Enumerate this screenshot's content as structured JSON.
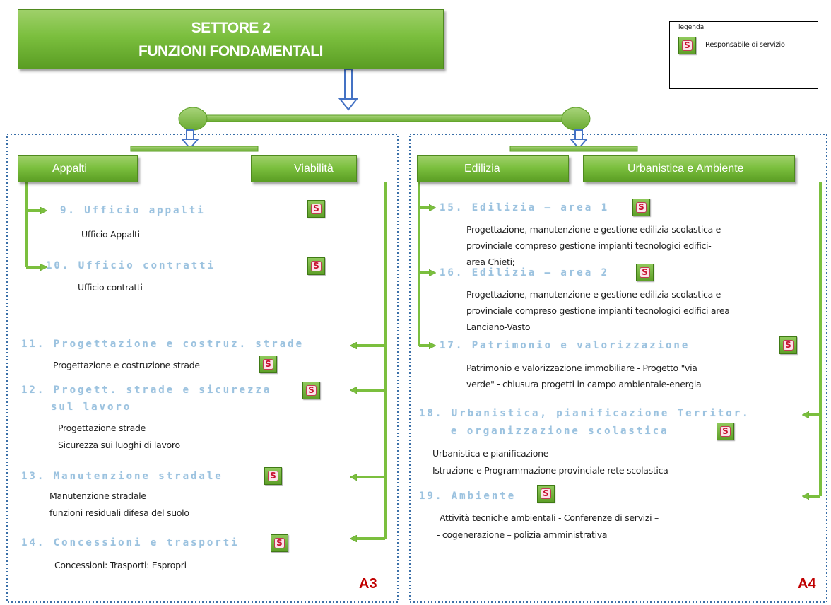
{
  "title": {
    "line1": "SETTORE 2",
    "line2": "FUNZIONI FONDAMENTALI"
  },
  "legend": {
    "title": "legenda",
    "badge_letter": "S",
    "label": "Responsabile di servizio"
  },
  "areas": {
    "appalti": "Appalti",
    "viabilita": "Viabilità",
    "edilizia": "Edilizia",
    "urbanistica": "Urbanistica e Ambiente"
  },
  "items": [
    {
      "title": "9. Ufficio appalti",
      "lines": [
        "Ufficio Appalti"
      ]
    },
    {
      "title": "10. Ufficio contratti",
      "lines": [
        "Ufficio contratti"
      ]
    },
    {
      "title": "11. Progettazione e costruz. strade",
      "lines": [
        "Progettazione e costruzione strade"
      ]
    },
    {
      "title": "12. Progett. strade e sicurezza",
      "title2": "sul lavoro",
      "lines": [
        "Progettazione strade",
        "Sicurezza sui luoghi di lavoro"
      ]
    },
    {
      "title": "13. Manutenzione stradale",
      "lines": [
        "Manutenzione stradale",
        "funzioni residuali difesa del suolo"
      ]
    },
    {
      "title": "14. Concessioni e trasporti",
      "lines": [
        "Concessioni: Trasporti: Espropri"
      ]
    },
    {
      "title": "15. Edilizia – area 1",
      "lines": [
        "Progettazione, manutenzione e gestione edilizia scolastica e",
        "provinciale compreso gestione impianti tecnologici edifici-",
        "area Chieti;"
      ]
    },
    {
      "title": "16. Edilizia – area 2",
      "lines": [
        "Progettazione, manutenzione e gestione edilizia scolastica e",
        "provinciale compreso gestione impianti tecnologici edifici area",
        "Lanciano-Vasto"
      ]
    },
    {
      "title": "17. Patrimonio e valorizzazione",
      "lines": [
        "Patrimonio e valorizzazione immobiliare - Progetto \"via",
        "verde\" - chiusura progetti in campo ambientale-energia"
      ]
    },
    {
      "title": "18. Urbanistica, pianificazione Territor.",
      "title2": "e organizzazione scolastica",
      "lines": [
        "Urbanistica e pianificazione",
        "Istruzione e Programmazione provinciale rete scolastica"
      ]
    },
    {
      "title": "19. Ambiente",
      "lines": [
        "Attività tecniche ambientali - Conferenze di servizi –",
        "- cogenerazione – polizia amministrativa"
      ]
    }
  ],
  "codes": {
    "left": "A3",
    "right": "A4"
  },
  "colors": {
    "green_light": "#9fd06a",
    "green_dark": "#5a9d23",
    "arrow_blue": "#4472c4",
    "item_title_blue": "#9bc2df",
    "code_red": "#c00000",
    "badge_red": "#c8102e",
    "dotted_border": "#3a6fa8"
  }
}
